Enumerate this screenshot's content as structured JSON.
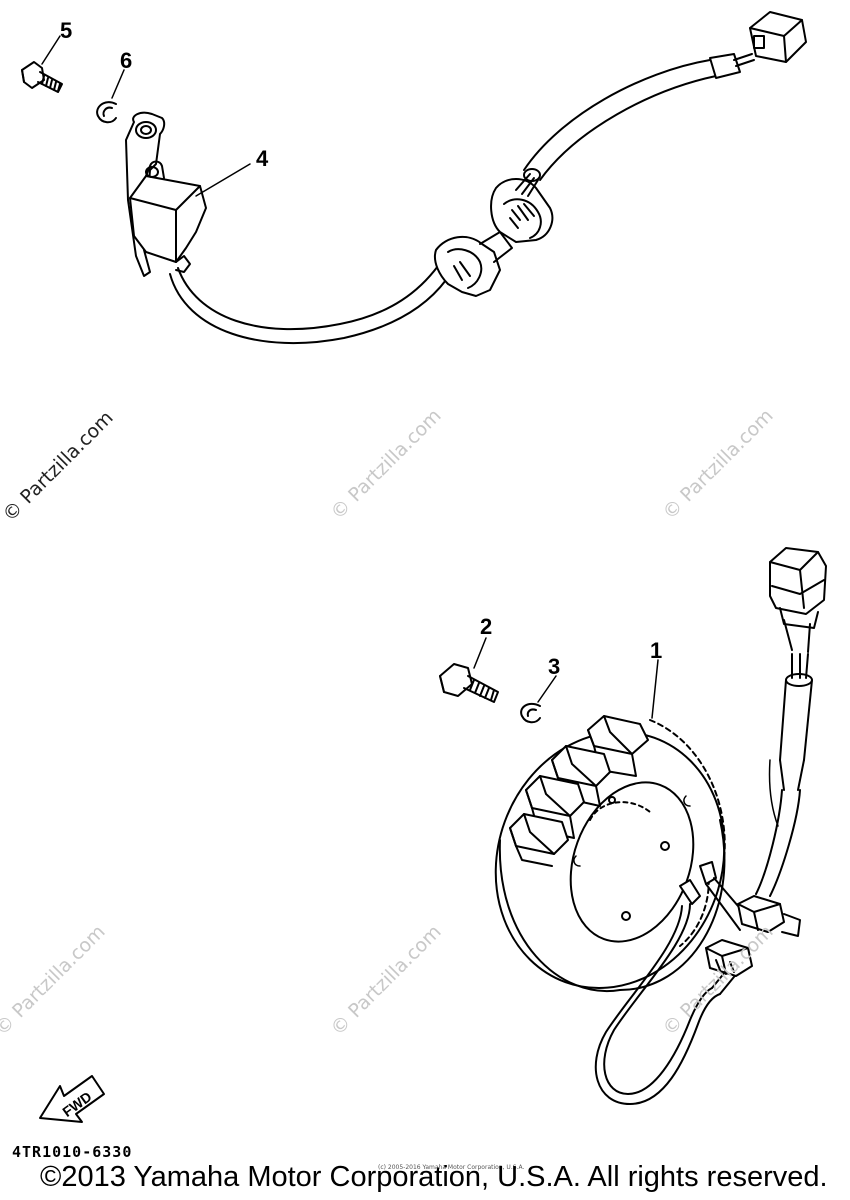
{
  "callouts": {
    "c1": "1",
    "c2": "2",
    "c3": "3",
    "c4": "4",
    "c5": "5",
    "c6": "6"
  },
  "watermark": "© Partzilla.com",
  "fwd_label": "FWD",
  "part_code": "4TR1010-6330",
  "copyright": "©2013 Yamaha Motor Corporation, U.S.A. All rights reserved.",
  "small_notice": "(c) 2005-2016 Yamaha Motor Corporation, U.S.A."
}
